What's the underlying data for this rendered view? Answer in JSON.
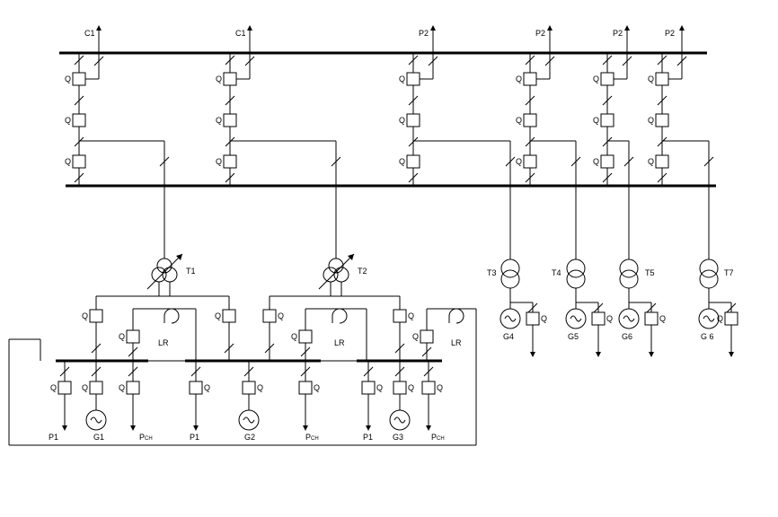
{
  "title": "",
  "labels": {
    "breaker": "Q",
    "line_c1": "C1",
    "line_p2": "P2",
    "reactor": "LR",
    "load_p1": "P1",
    "load_pch_main": "P",
    "load_pch_sub": "CH",
    "t1": "T1",
    "t2": "T2",
    "t3": "T3",
    "t4": "T4",
    "t5": "T5",
    "t7": "T7",
    "g1": "G1",
    "g2": "G2",
    "g3": "G3",
    "g4": "G4",
    "g5": "G5",
    "g6": "G6",
    "g6b": "G 6"
  },
  "hv_feeders": [
    "C1",
    "C1",
    "P2",
    "P2",
    "P2",
    "P2"
  ],
  "lv_sections": [
    {
      "transformer": "T1",
      "generator": "G1",
      "reactor": "LR"
    },
    {
      "transformer": "T2",
      "generator": "G2",
      "reactor": "LR"
    },
    {
      "transformer": "",
      "generator": "G3",
      "reactor": "LR"
    }
  ],
  "unit_blocks": [
    {
      "transformer": "T3",
      "generator": "G4"
    },
    {
      "transformer": "T4",
      "generator": "G5"
    },
    {
      "transformer": "T5",
      "generator": "G6"
    },
    {
      "transformer": "T7",
      "generator": "G 6"
    }
  ]
}
